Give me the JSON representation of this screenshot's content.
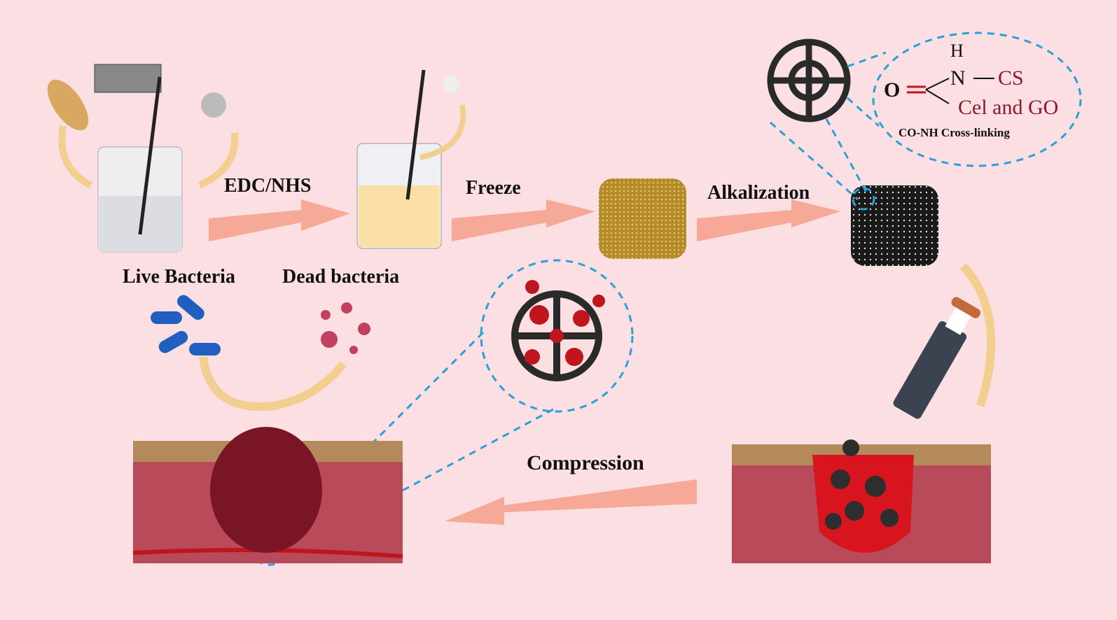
{
  "steps": {
    "edc": "EDC/NHS",
    "freeze": "Freeze",
    "alkalization": "Alkalization",
    "compression": "Compression"
  },
  "labels": {
    "live": "Live Bacteria",
    "dead": "Dead bacteria"
  },
  "chemistry": {
    "h": "H",
    "n": "N",
    "o": "O",
    "cs": "CS",
    "cel_go": "Cel and GO",
    "caption": "CO-NH Cross-linking"
  },
  "colors": {
    "background": "#fbdfe3",
    "arrow": "#f6a996",
    "dashed": "#2aa0d8",
    "blood": "#c0141e"
  }
}
